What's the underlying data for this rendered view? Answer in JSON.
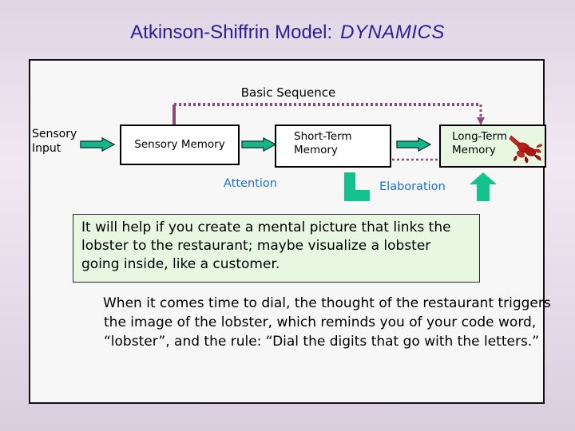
{
  "slide": {
    "title_main": "Atkinson-Shiffrin Model:",
    "title_emphasis": "DYNAMICS",
    "title_color": "#2b2195"
  },
  "diagram": {
    "section_label": "Basic Sequence",
    "input_label": "Sensory\nInput",
    "boxes": [
      {
        "id": "sensory-memory",
        "label": "Sensory Memory",
        "fill": "#ffffff"
      },
      {
        "id": "short-term-memory",
        "label": "Short-Term\nMemory",
        "fill": "#ffffff"
      },
      {
        "id": "long-term-memory",
        "label": "Long-Term\nMemory",
        "fill": "#e7f7e2"
      }
    ],
    "process_labels": [
      {
        "id": "attention",
        "label": "Attention",
        "color": "#1b6fd4"
      },
      {
        "id": "elaboration",
        "label": "Elaboration",
        "color": "#1b6fd4"
      }
    ],
    "arrow_color": "#18b48a",
    "dotted_line_color": "#8b4a72",
    "icon": "lobster-icon"
  },
  "callout": {
    "text": "It will help if you create a  mental picture that links the lobster to the restaurant; maybe visualize a lobster going inside, like a customer.",
    "fill": "#e7f7e2"
  },
  "paragraph": {
    "text": "When it comes time to dial, the thought of the restaurant triggers the image of the lobster, which reminds you of your code word, “lobster”, and the rule:  “Dial the digits that go with the letters.”"
  }
}
